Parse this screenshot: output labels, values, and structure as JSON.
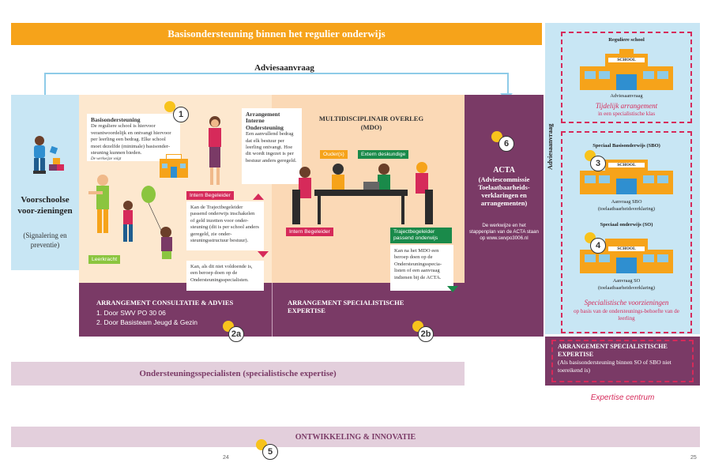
{
  "banner_top": "Basisondersteuning binnen het regulier onderwijs",
  "adviesaanvraag_top": "Adviesaanvraag",
  "voorschoolse": {
    "title": "Voorschoolse voor-zieningen",
    "subtitle": "(Signalering en preventie)"
  },
  "basisondersteuning_box": {
    "title": "Basisondersteuning",
    "text": "De reguliere school is hiervoor verantwoordelijk en ontvangt hiervoor per leerling een bedrag. Elke school moet dezelfde (minimale) basisonder-steuning kunnen bieden.",
    "note": "De werkwijze volgt"
  },
  "arrangement_box": {
    "title": "Arrangement Interne Ondersteuning",
    "text": "Een aanvullend bedrag dat elk bestuur per leerling ontvangt. Hoe dit wordt ingezet is per bestuur anders geregeld."
  },
  "tag_intern_begeleider_1": "Intern Begeleider",
  "tag_leerkracht": "Leerkracht",
  "traject_box": "Kan de Trajectbegeleider passend onderwijs inschakelen of geld inzetten voor onder-steuning (dit is per school anders geregeld, zie onder-steuningsstructuur bestuur).",
  "kan_box": "Kan, als dit niet voldoende is, een beroep doen op de Ondersteuningsspecialisten.",
  "mdo_title": "MULTIDISCIPLINAIR OVERLEG (MDO)",
  "tag_ouder": "Ouder(s)",
  "tag_extern": "Extern deskundige",
  "tag_intern_begeleider_2": "Intern Begeleider",
  "tag_trajectbegeleider": "Trajectbegeleider passend onderwijs",
  "mdo_box": "Kan na het MDO een beroep doen op de Ondersteuningsspecia-listen of een aanvraag indienen bij de ACTA.",
  "acta": {
    "title": "ACTA",
    "subtitle": "(Adviescommissie Toelaatbaarheids-verklaringen en arrangementen)",
    "text": "De werkwijze en het stappenplan van de ACTA staan op www.swvpo3006.nl"
  },
  "band_left": {
    "title": "ARRANGEMENT CONSULTATIE & ADVIES",
    "item1": "1. Door SWV PO 30 06",
    "item2": "2. Door Basisteam Jeugd & Gezin"
  },
  "band_right": {
    "title": "ARRANGEMENT SPECIALISTISCHE EXPERTISE"
  },
  "numbers": {
    "n1": "1",
    "n2a": "2a",
    "n2b": "2b",
    "n3": "3",
    "n4": "4",
    "n5": "5",
    "n6": "6"
  },
  "adviesaanvraag_vertical": "Adviesaanvraag",
  "right": {
    "regular_title": "Reguliere school",
    "school_sign": "SCHOOL",
    "regular_sub": "Adviesaanvraag",
    "tijdelijk": "Tijdelijk arrangement",
    "tijdelijk_sub": "in een specialistische klas",
    "sbo_title": "Speciaal Basisonderwijs (SBO)",
    "sbo_sub1": "Aanvraag SBO",
    "sbo_sub2": "(toelaatbaarheidsverklaring)",
    "so_title": "Speciaal onderwijs (SO)",
    "so_sub1": "Aanvraag SO",
    "so_sub2": "(toelaatbaarheidsverklaring)",
    "specialistisch": "Specialistische voorzieningen",
    "specialistisch_sub": "op basis van de ondersteunings-behoefte van de leerling"
  },
  "ondersteuning_bar": "Ondersteuningsspecialisten (specialistische expertise)",
  "expertise_box": {
    "title": "ARRANGEMENT SPECIALISTISCHE EXPERTISE",
    "text": "(Als basisondersteuning binnen SO of SBO niet toereikend is)"
  },
  "expertise_centrum": "Expertise centrum",
  "ontwikkeling_bar": "ONTWIKKELING & INNOVATIE",
  "page_left": "24",
  "page_right": "25",
  "colors": {
    "orange": "#f6a31a",
    "purple": "#7a3a66",
    "light_blue": "#c8e6f4",
    "red": "#d62a5a",
    "green": "#8bc53f",
    "dark_green": "#1a8a4a"
  }
}
